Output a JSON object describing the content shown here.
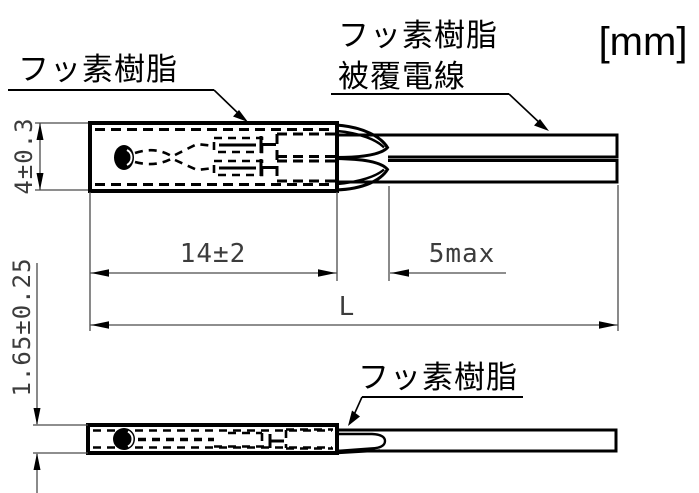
{
  "unit_label": "[mm]",
  "labels": {
    "top_left_resin": "フッ素樹脂",
    "wire_line1": "フッ素樹脂",
    "wire_line2": "被覆電線",
    "bottom_resin": "フッ素樹脂"
  },
  "dimensions": {
    "head_height": "4±0.3",
    "head_length": "14±2",
    "tube_tip_length": "5max",
    "total_length": "L",
    "side_thickness": "1.65±0.25"
  },
  "style": {
    "line_color": "#000000",
    "dimension_color": "#4a4a4a",
    "background": "#ffffff"
  }
}
